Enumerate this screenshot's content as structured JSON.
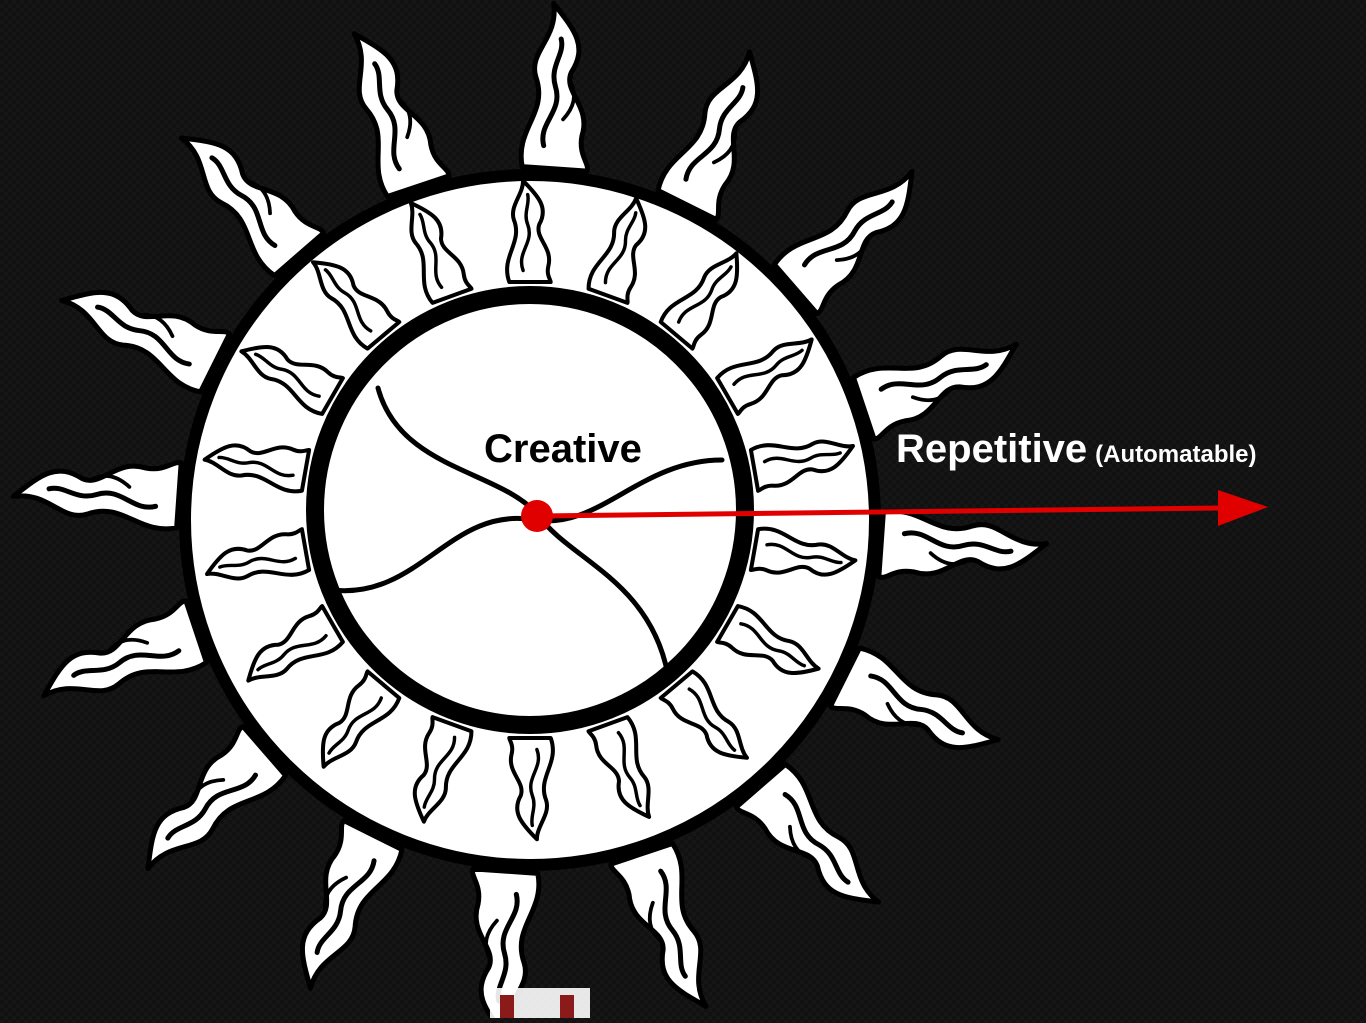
{
  "diagram": {
    "center_label": "Creative",
    "outer_label": "Repetitive",
    "outer_label_note": "(Automatable)",
    "colors": {
      "background": "#111111",
      "ornament": "#ffffff",
      "outline": "#000000",
      "arrow": "#e00000"
    },
    "icons": {
      "ornament": "flame-ornament-icon",
      "origin": "red-dot-icon",
      "arrowhead": "arrowhead-icon"
    }
  }
}
